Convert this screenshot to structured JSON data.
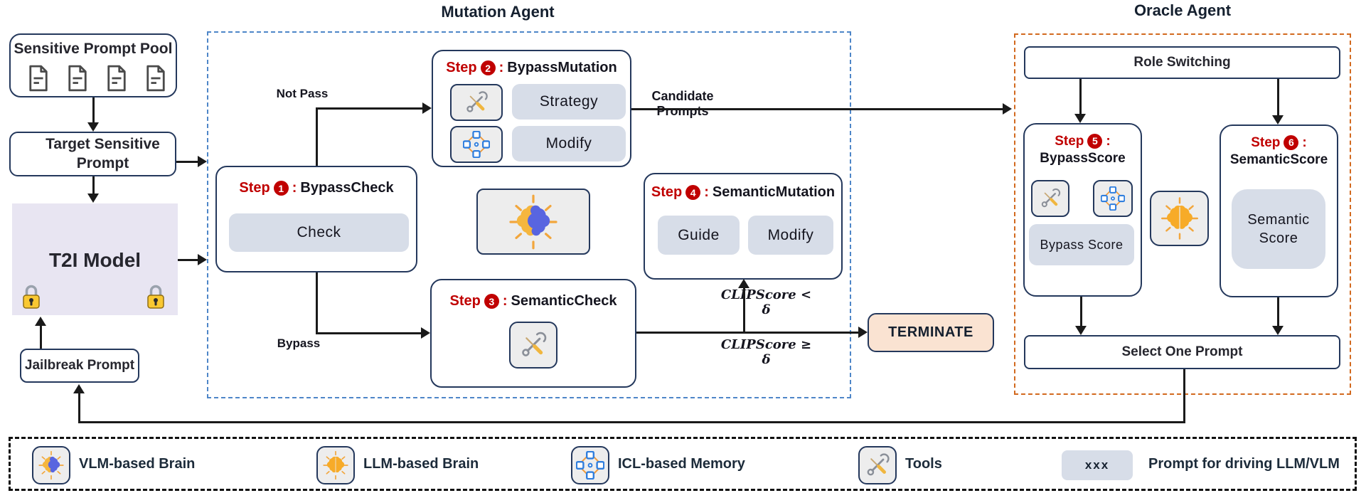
{
  "titles": {
    "mutation_agent": "Mutation Agent",
    "oracle_agent": "Oracle Agent"
  },
  "shared": {
    "step_word": "Step",
    "colon": ":"
  },
  "left_column": {
    "sensitive_prompt_pool": "Sensitive Prompt Pool",
    "target_sensitive_prompt": "Target Sensitive Prompt",
    "t2i_model": "T2I Model",
    "jailbreak_prompt": "Jailbreak Prompt"
  },
  "mutation_agent": {
    "step1": {
      "number": "1",
      "name": "BypassCheck",
      "pill": "Check"
    },
    "step2": {
      "number": "2",
      "name": "BypassMutation",
      "pill_strategy": "Strategy",
      "pill_modify": "Modify"
    },
    "step3": {
      "number": "3",
      "name": "SemanticCheck"
    },
    "step4": {
      "number": "4",
      "name": "SemanticMutation",
      "pill_guide": "Guide",
      "pill_modify": "Modify"
    },
    "edge_labels": {
      "not_pass": "Not Pass",
      "bypass": "Bypass",
      "candidate_prompts": "Candidate Prompts",
      "clipscore_lt": "CLIPScore < δ",
      "clipscore_ge": "CLIPScore ≥ δ"
    }
  },
  "terminate": "TERMINATE",
  "oracle_agent": {
    "role_switching": "Role Switching",
    "step5": {
      "number": "5",
      "name": "BypassScore",
      "pill": "Bypass Score"
    },
    "step6": {
      "number": "6",
      "name": "SemanticScore",
      "pill": "Semantic Score"
    },
    "select_one_prompt": "Select One Prompt"
  },
  "legend": {
    "items": [
      {
        "icon": "vlm-brain-icon",
        "label": "VLM-based Brain"
      },
      {
        "icon": "llm-brain-icon",
        "label": "LLM-based Brain"
      },
      {
        "icon": "icl-memory-icon",
        "label": "ICL-based Memory"
      },
      {
        "icon": "tools-icon",
        "label": "Tools"
      },
      {
        "icon": "prompt-pill",
        "pill_text": "xxx",
        "label": "Prompt for driving LLM/VLM"
      }
    ]
  },
  "colors": {
    "mutation_border": "#4e86c8",
    "oracle_border": "#d2691e",
    "step_red": "#c00000",
    "box_border": "#24385c",
    "pill_bg": "#d7dde8",
    "icon_bg": "#ededed",
    "t2i_bg": "#e8e5f2",
    "terminate_bg": "#fae3d2"
  }
}
